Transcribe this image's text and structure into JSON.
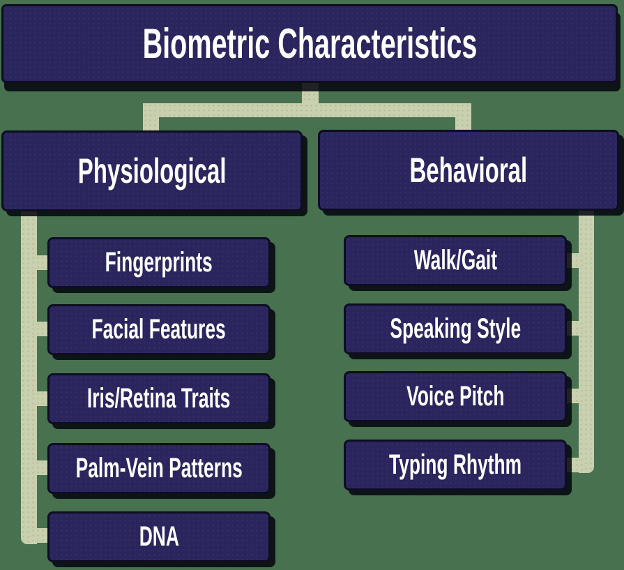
{
  "diagram": {
    "title": "Biometric Characteristics",
    "branches": [
      {
        "label": "Physiological",
        "children": [
          "Fingerprints",
          "Facial Features",
          "Iris/Retina Traits",
          "Palm-Vein Patterns",
          "DNA"
        ]
      },
      {
        "label": "Behavioral",
        "children": [
          "Walk/Gait",
          "Speaking Style",
          "Voice Pitch",
          "Typing Rhythm"
        ]
      }
    ],
    "colors": {
      "background": "#47714f",
      "node_fill": "#2a255c",
      "node_border": "#0e0d22",
      "connector": "#c9d0af",
      "shadow": "#04040c",
      "text": "#ffffff"
    }
  }
}
